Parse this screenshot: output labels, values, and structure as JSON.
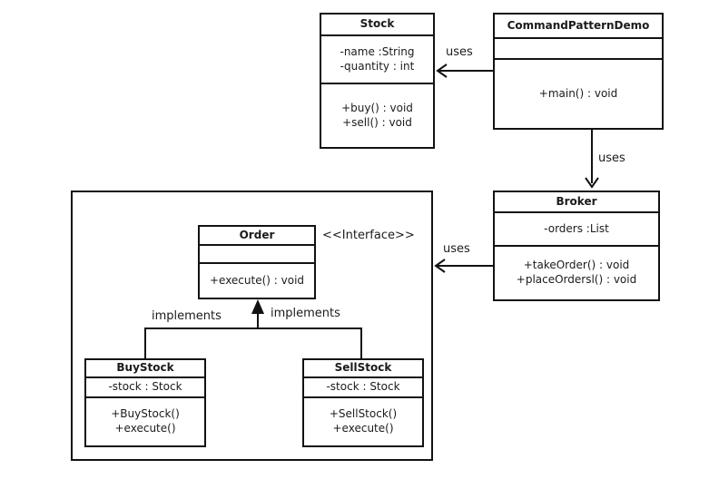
{
  "diagram": {
    "type": "uml-class-diagram",
    "colors": {
      "line": "#121212",
      "background": "#ffffff",
      "text": "#1b1b1b"
    },
    "classes": {
      "stock": {
        "name": "Stock",
        "attributes": [
          "-name :String",
          "-quantity : int"
        ],
        "methods": [
          "+buy() : void",
          "+sell() : void"
        ]
      },
      "demo": {
        "name": "CommandPatternDemo",
        "attributes": [],
        "methods": [
          "+main() : void"
        ]
      },
      "broker": {
        "name": "Broker",
        "attributes": [
          "-orders :List"
        ],
        "methods": [
          "+takeOrder() : void",
          "+placeOrdersl() : void"
        ]
      },
      "order": {
        "name": "Order",
        "stereotype": "<<Interface>>",
        "attributes": [],
        "methods": [
          "+execute() : void"
        ]
      },
      "buystock": {
        "name": "BuyStock",
        "attributes": [
          "-stock : Stock"
        ],
        "methods": [
          "+BuyStock()",
          "+execute()"
        ]
      },
      "sellstock": {
        "name": "SellStock",
        "attributes": [
          "-stock : Stock"
        ],
        "methods": [
          "+SellStock()",
          "+execute()"
        ]
      }
    },
    "edges": {
      "uses_demo_stock": {
        "label": "uses",
        "from": "CommandPatternDemo",
        "to": "Stock"
      },
      "uses_demo_broker": {
        "label": "uses",
        "from": "CommandPatternDemo",
        "to": "Broker"
      },
      "uses_broker_group": {
        "label": "uses",
        "from": "Broker",
        "to": "command-group"
      },
      "implements_buystock": {
        "label": "implements",
        "from": "BuyStock",
        "to": "Order"
      },
      "implements_sellstock": {
        "label": "implements",
        "from": "SellStock",
        "to": "Order"
      }
    }
  }
}
